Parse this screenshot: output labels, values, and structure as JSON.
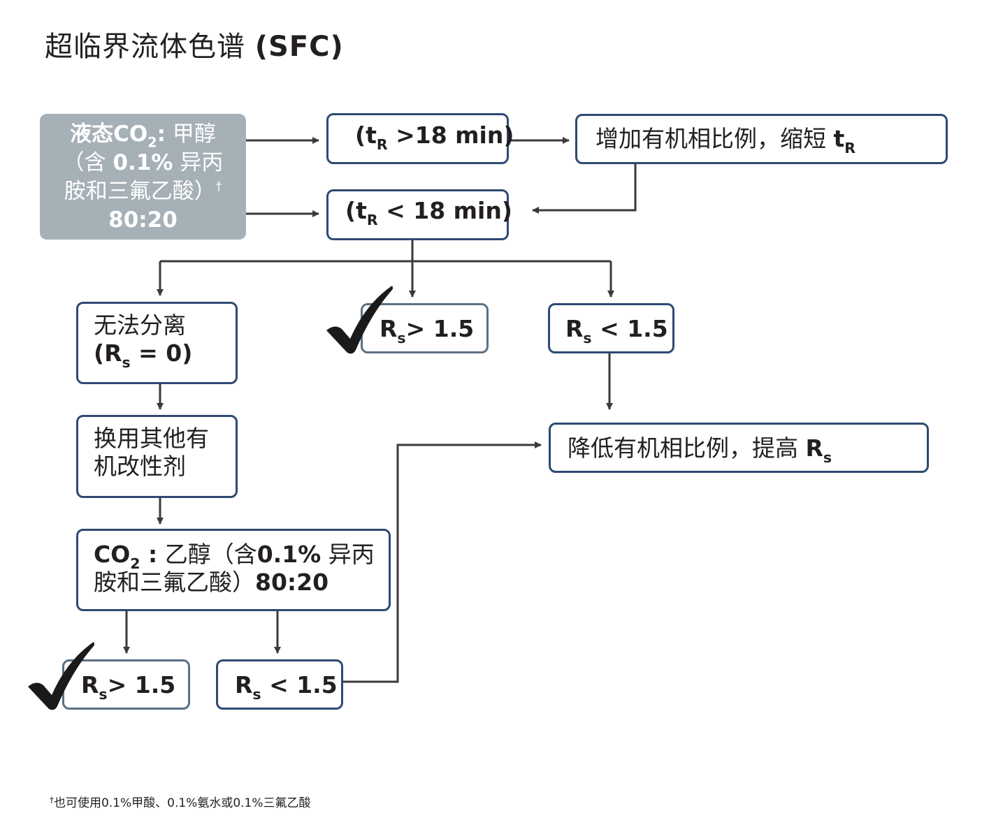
{
  "title": {
    "text": "超临界流体色谱",
    "abbr": "(SFC)"
  },
  "start": {
    "lead": "液态CO",
    "sub": "2",
    "colon": ":",
    "solvent": " 甲醇",
    "line2_open": "（含 ",
    "line2_bold": "0.1%",
    "line2_rest": " 异丙",
    "line3": "胺和三氟乙酸）",
    "dagger": "†",
    "ratio": "80:20"
  },
  "tr_gt": {
    "open": "(t",
    "sub": "R",
    "rest": " >18  min)"
  },
  "tr_lt": {
    "open": "(t",
    "sub": "R",
    "rest": " < 18 min)"
  },
  "increase": {
    "text": "增加有机相比例，缩短 ",
    "t": "t",
    "sub": "R"
  },
  "no_sep": {
    "line1": "无法分离",
    "open": "(R",
    "sub": "s",
    "rest": " =  0)"
  },
  "rs_gt_top": {
    "r": "R",
    "sub": "s",
    "rest": "> 1.5"
  },
  "rs_lt_top": {
    "r": "R",
    "sub": "s",
    "rest": " < 1.5"
  },
  "reduce": {
    "text": "降低有机相比例，提高 ",
    "r": "R",
    "sub": "s"
  },
  "switch": {
    "line1": "换用其他有",
    "line2": "机改性剂"
  },
  "ethanol": {
    "co": "CO",
    "sub": "2",
    "colon": " :",
    "line1_a": " 乙醇（含",
    "line1_bold": "0.1%",
    "line1_b": " 异丙",
    "line2_a": "胺和三氟乙酸）",
    "line2_bold": "80:20"
  },
  "rs_gt_bottom": {
    "r": "R",
    "sub": "s",
    "rest": "> 1.5"
  },
  "rs_lt_bottom": {
    "r": "R",
    "sub": "s",
    "rest": " < 1.5"
  },
  "footnote": {
    "dagger": "†",
    "text": "也可使用0.1%甲酸、0.1%氨水或0.1%三氟乙酸"
  },
  "colors": {
    "box_border": "#2e4a73",
    "start_fill": "#a5b0b7",
    "arrow": "#3a3a3a",
    "check": "#1a1a1a"
  }
}
